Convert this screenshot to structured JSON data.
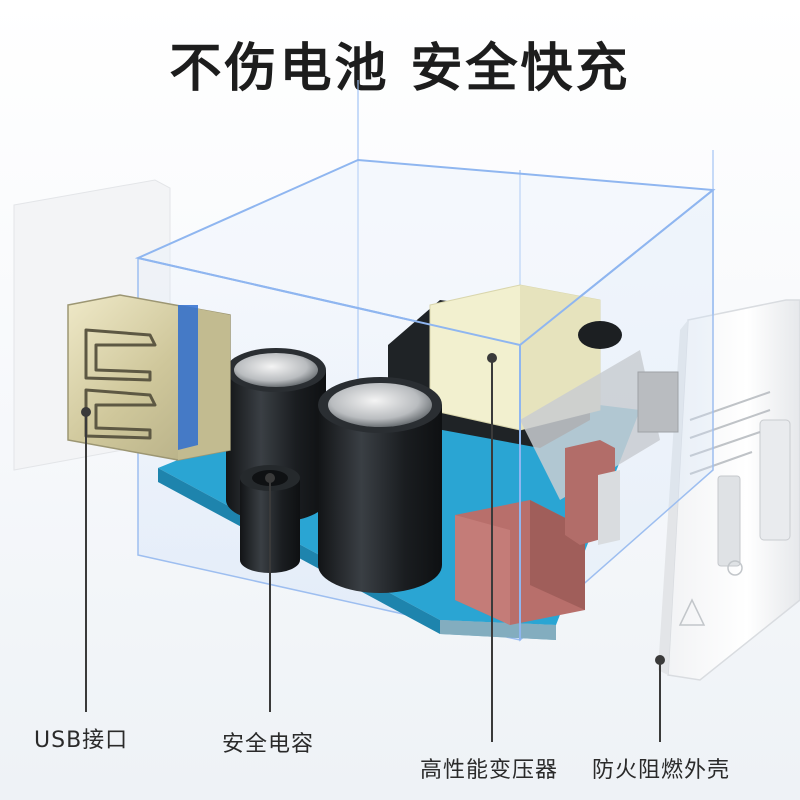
{
  "headline": "不伤电池 安全快充",
  "callouts": {
    "usb_port": "USB接口",
    "safety_capacitor": "安全电容",
    "transformer": "高性能变压器",
    "housing": "防火阻燃外壳"
  },
  "colors": {
    "pcb": "#2aa5d3",
    "capacitor": "#1c1f22",
    "glass_edge": "#8fb6f0",
    "resistor": "#b86f6b",
    "transformer": "#f2f0cf"
  }
}
